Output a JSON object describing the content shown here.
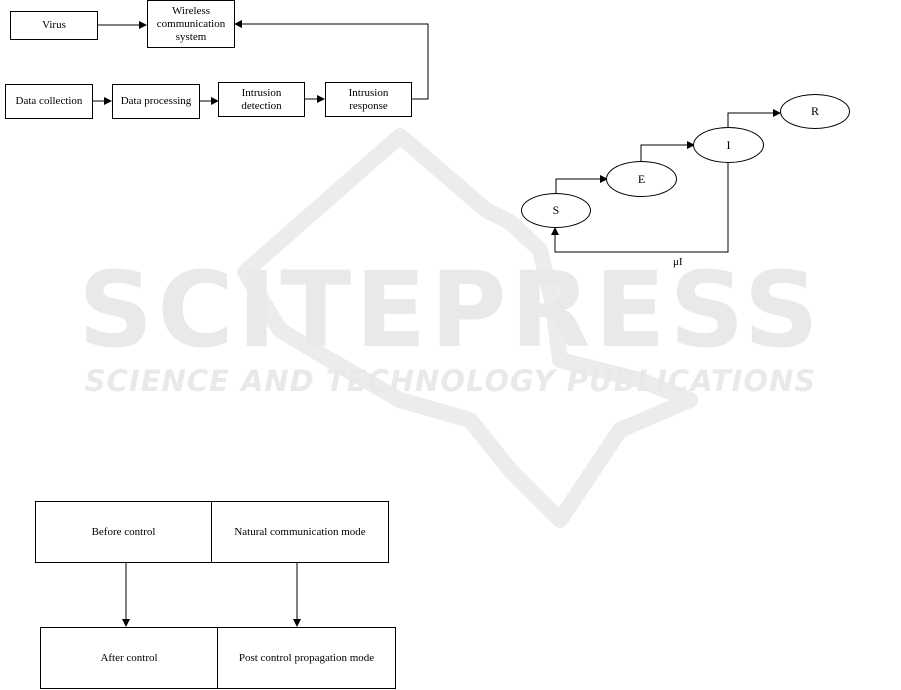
{
  "watermark": {
    "title": "SCITEPRESS",
    "subtitle": "SCIENCE AND TECHNOLOGY PUBLICATIONS"
  },
  "diagram_top": {
    "virus": "Virus",
    "wireless_system": "Wireless communication system",
    "data_collection": "Data collection",
    "data_processing": "Data processing",
    "intrusion_detection": "Intrusion detection",
    "intrusion_response": "Intrusion response"
  },
  "diagram_seir": {
    "s": "S",
    "e": "E",
    "i": "I",
    "r": "R",
    "feedback_label": "μI"
  },
  "diagram_control": {
    "before_control": "Before control",
    "natural_mode": "Natural communication mode",
    "after_control": "After control",
    "post_control_mode": "Post control propagation mode"
  }
}
